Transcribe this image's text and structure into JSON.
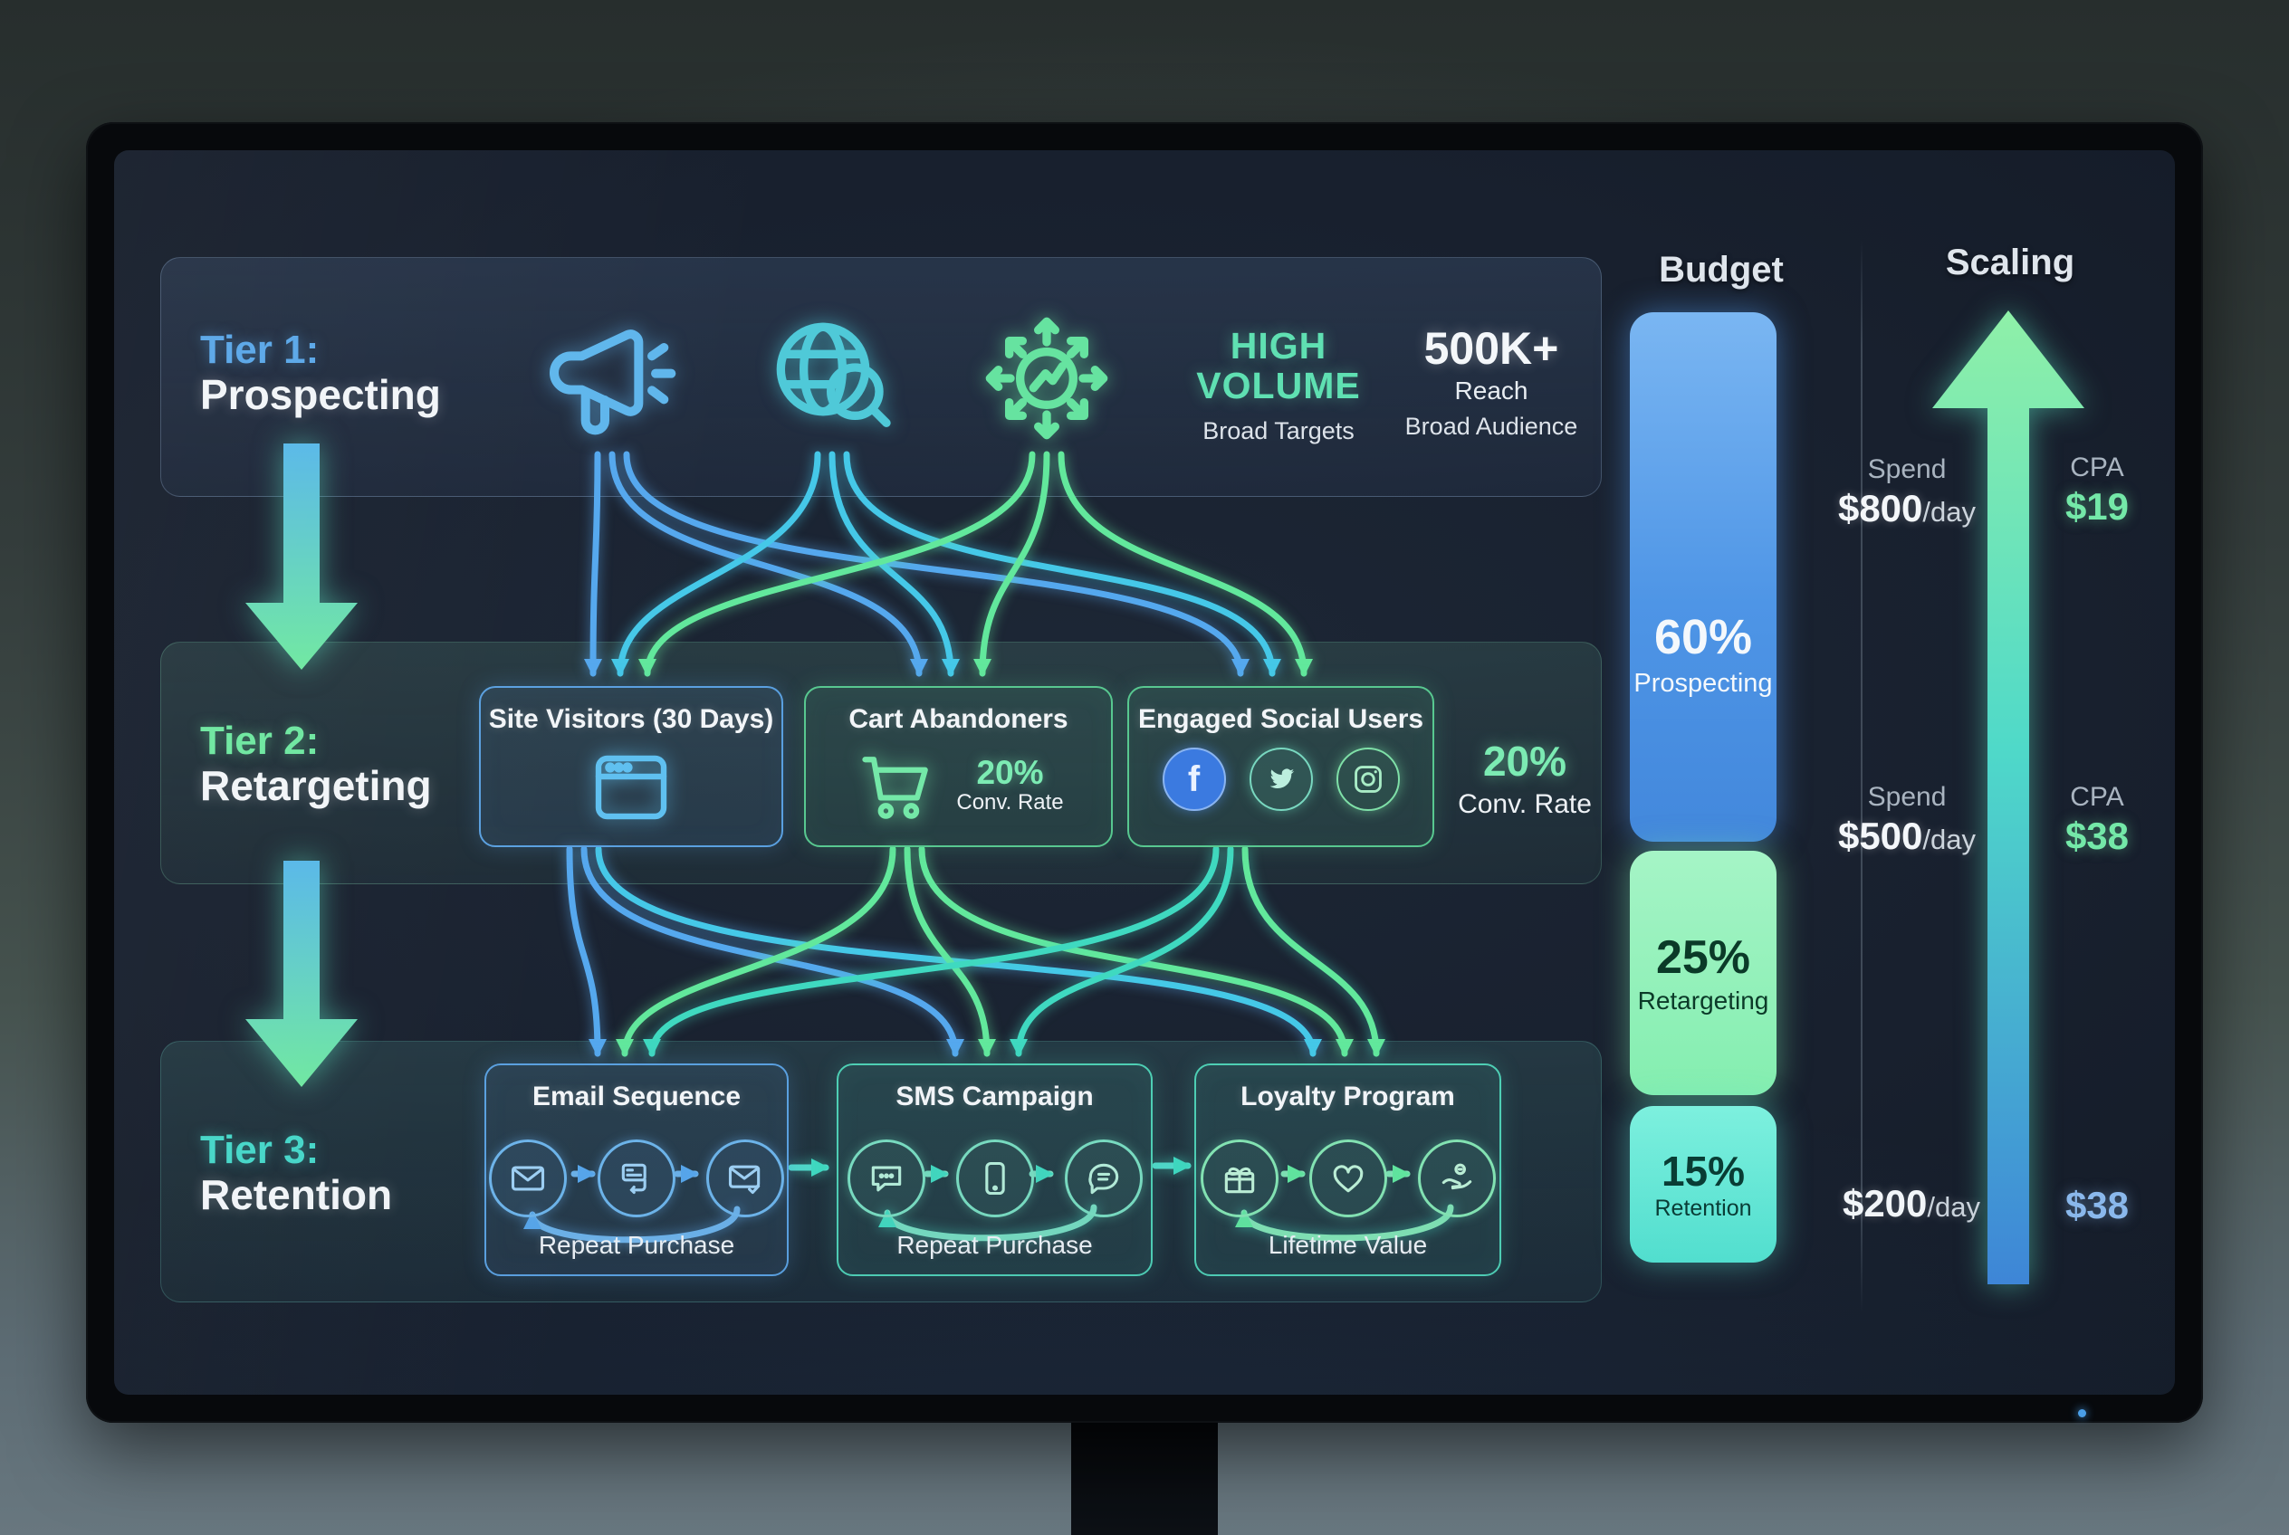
{
  "tier1": {
    "label": "Tier 1:",
    "title": "Prospecting",
    "icons": [
      "megaphone-icon",
      "globe-search-icon",
      "expand-arrows-icon"
    ],
    "volume_headline_line1": "HIGH",
    "volume_headline_line2": "VOLUME",
    "volume_caption": "Broad Targets",
    "reach_value": "500K+",
    "reach_label": "Reach",
    "reach_caption": "Broad Audience"
  },
  "tier2": {
    "label": "Tier 2:",
    "title": "Retargeting",
    "boxes": [
      {
        "title": "Site Visitors (30 Days)"
      },
      {
        "title": "Cart Abandoners",
        "conv_value": "20%",
        "conv_label": "Conv. Rate"
      },
      {
        "title": "Engaged Social Users",
        "icons": [
          "facebook-icon",
          "twitter-icon",
          "instagram-icon"
        ]
      }
    ],
    "summary_conv_value": "20%",
    "summary_conv_label": "Conv. Rate"
  },
  "tier3": {
    "label": "Tier 3:",
    "title": "Retention",
    "boxes": [
      {
        "title": "Email Sequence",
        "caption": "Repeat Purchase",
        "icons": [
          "envelope-icon",
          "automation-icon",
          "envelope-check-icon"
        ]
      },
      {
        "title": "SMS Campaign",
        "caption": "Repeat Purchase",
        "icons": [
          "chat-dots-icon",
          "phone-icon",
          "chat-lines-icon"
        ]
      },
      {
        "title": "Loyalty Program",
        "caption": "Lifetime Value",
        "icons": [
          "gift-icon",
          "heart-icon",
          "hand-coin-icon"
        ]
      }
    ]
  },
  "budget": {
    "title": "Budget",
    "segments": [
      {
        "value": "60%",
        "label": "Prospecting",
        "percent": 60,
        "color": "#4e95e6"
      },
      {
        "value": "25%",
        "label": "Retargeting",
        "percent": 25,
        "color": "#84eeb0"
      },
      {
        "value": "15%",
        "label": "Retention",
        "percent": 15,
        "color": "#52e2d0"
      }
    ]
  },
  "scaling": {
    "title": "Scaling",
    "levels": [
      {
        "spend_label": "Spend",
        "spend_value": "$800",
        "spend_unit": "/day",
        "cpa_label": "CPA",
        "cpa_value": "$19",
        "cpa_color": "#74e8a8"
      },
      {
        "spend_label": "Spend",
        "spend_value": "$500",
        "spend_unit": "/day",
        "cpa_label": "CPA",
        "cpa_value": "$38",
        "cpa_color": "#74e8a8"
      },
      {
        "spend_value": "$200",
        "spend_unit": "/day",
        "cpa_value": "$38",
        "cpa_color": "#8ab8ec"
      }
    ]
  },
  "colors": {
    "accent_blue": "#5aa7e8",
    "accent_green": "#6ee7a0",
    "accent_teal": "#45d6c8",
    "screen_bg": "#18202e"
  }
}
